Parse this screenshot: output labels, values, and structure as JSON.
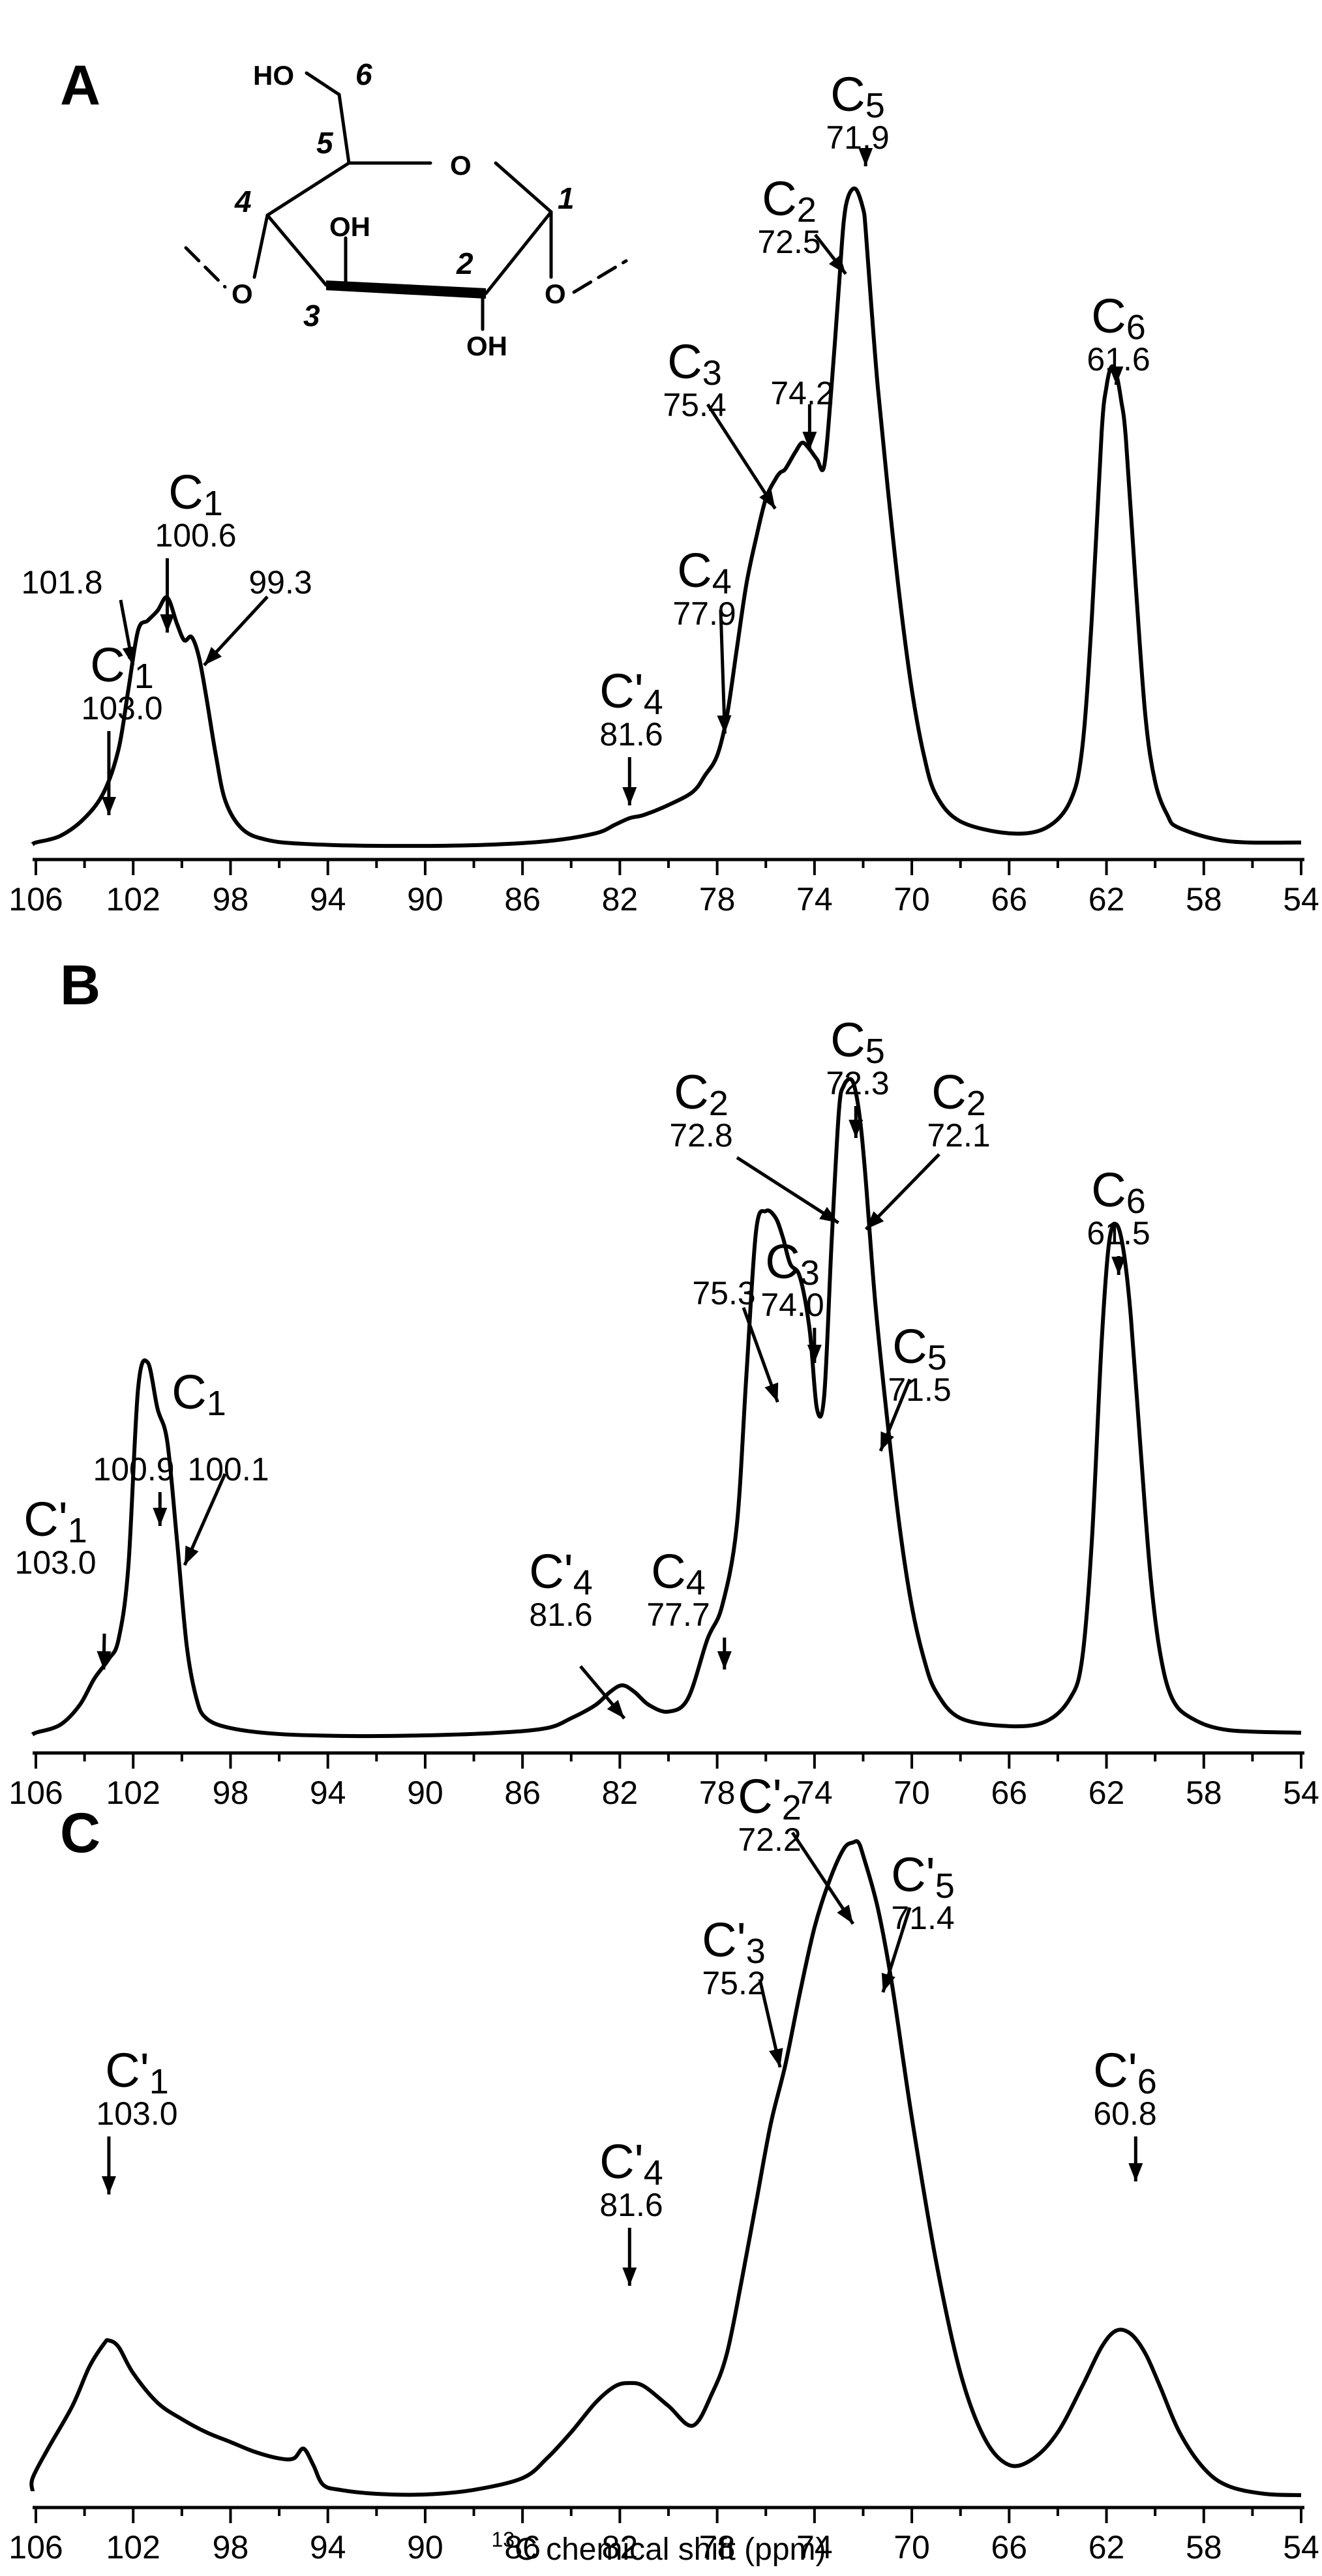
{
  "xlabel_super": "13",
  "xlabel": "C chemical shift (ppm)",
  "structure": {
    "atoms": [
      "HO",
      "O",
      "OH",
      "OH",
      "O",
      "O"
    ],
    "numbers": [
      "6",
      "5",
      "4",
      "3",
      "2",
      "1"
    ]
  },
  "chart_data": [
    {
      "type": "line",
      "panel": "A",
      "xlabel": "",
      "ylabel": "",
      "xlim": [
        106,
        54
      ],
      "xticks": [
        106,
        102,
        98,
        94,
        90,
        86,
        82,
        78,
        74,
        70,
        66,
        62,
        58,
        54
      ],
      "series": [
        {
          "x": [
            107.5,
            106,
            105,
            104,
            103.2,
            102.6,
            102.2,
            101.8,
            101.4,
            101.0,
            100.6,
            100.2,
            99.9,
            99.6,
            99.3,
            99.0,
            98.6,
            98.2,
            97.5,
            96.5,
            95,
            92,
            88,
            85,
            83,
            82.2,
            81.6,
            81.0,
            80.0,
            79.0,
            78.5,
            78.0,
            77.6,
            77.2,
            76.8,
            76.4,
            76.0,
            75.6,
            75.4,
            75.2,
            74.8,
            74.5,
            74.2,
            73.9,
            73.6,
            73.3,
            73.0,
            72.8,
            72.6,
            72.3,
            72.0,
            71.9,
            71.7,
            71.4,
            71.0,
            70.5,
            70.0,
            69.5,
            69.0,
            68.0,
            66.0,
            64.5,
            63.5,
            63.0,
            62.6,
            62.2,
            62.0,
            61.8,
            61.6,
            61.4,
            61.2,
            60.8,
            60.4,
            60.0,
            59.5,
            59.0,
            57.0,
            54.0
          ],
          "y": [
            0.005,
            0.008,
            0.018,
            0.045,
            0.085,
            0.15,
            0.24,
            0.33,
            0.345,
            0.36,
            0.38,
            0.34,
            0.315,
            0.32,
            0.29,
            0.23,
            0.14,
            0.07,
            0.028,
            0.012,
            0.006,
            0.003,
            0.004,
            0.01,
            0.022,
            0.035,
            0.045,
            0.05,
            0.065,
            0.085,
            0.11,
            0.14,
            0.2,
            0.3,
            0.4,
            0.47,
            0.53,
            0.56,
            0.57,
            0.575,
            0.6,
            0.615,
            0.605,
            0.59,
            0.58,
            0.7,
            0.85,
            0.95,
            0.99,
            1.0,
            0.97,
            0.94,
            0.84,
            0.7,
            0.55,
            0.38,
            0.24,
            0.14,
            0.08,
            0.04,
            0.022,
            0.03,
            0.07,
            0.15,
            0.35,
            0.63,
            0.7,
            0.73,
            0.72,
            0.68,
            0.62,
            0.4,
            0.2,
            0.1,
            0.05,
            0.03,
            0.01,
            0.008
          ]
        }
      ],
      "annotations": [
        {
          "name": "C'1",
          "value": "103.0",
          "at": 103.0
        },
        {
          "name": "",
          "value": "101.8",
          "at": 101.8
        },
        {
          "name": "C1",
          "value": "100.6",
          "at": 100.6
        },
        {
          "name": "",
          "value": "99.3",
          "at": 99.3
        },
        {
          "name": "C'4",
          "value": "81.6",
          "at": 81.6
        },
        {
          "name": "C4",
          "value": "77.9",
          "at": 77.9
        },
        {
          "name": "C3",
          "value": "75.4",
          "at": 75.4
        },
        {
          "name": "",
          "value": "74.2",
          "at": 74.2
        },
        {
          "name": "C2",
          "value": "72.5",
          "at": 72.5
        },
        {
          "name": "C5",
          "value": "71.9",
          "at": 71.9
        },
        {
          "name": "C6",
          "value": "61.6",
          "at": 61.6
        }
      ]
    },
    {
      "type": "line",
      "panel": "B",
      "xlabel": "",
      "ylabel": "",
      "xlim": [
        106,
        54
      ],
      "xticks": [
        106,
        102,
        98,
        94,
        90,
        86,
        82,
        78,
        74,
        70,
        66,
        62,
        58,
        54
      ],
      "series": [
        {
          "x": [
            107.5,
            106,
            105,
            104.2,
            103.6,
            103.0,
            102.6,
            102.2,
            101.8,
            101.4,
            101.0,
            100.6,
            100.2,
            99.8,
            99.4,
            99.0,
            98.0,
            96,
            93,
            90,
            87,
            85,
            84,
            83,
            82.4,
            81.9,
            81.4,
            80.8,
            80.0,
            79.2,
            78.4,
            77.8,
            77.2,
            76.8,
            76.4,
            76.0,
            75.6,
            75.3,
            75.0,
            74.6,
            74.2,
            73.9,
            73.6,
            73.3,
            73.0,
            72.8,
            72.5,
            72.3,
            72.1,
            71.9,
            71.5,
            71.0,
            70.5,
            70.0,
            69.5,
            69.0,
            68.0,
            66.0,
            64.5,
            63.5,
            63.0,
            62.6,
            62.2,
            61.9,
            61.6,
            61.3,
            61.0,
            60.6,
            60.2,
            59.8,
            59.3,
            58.5,
            57.0,
            54.0
          ],
          "y": [
            0.005,
            0.008,
            0.02,
            0.05,
            0.09,
            0.12,
            0.15,
            0.26,
            0.53,
            0.57,
            0.5,
            0.45,
            0.3,
            0.14,
            0.06,
            0.03,
            0.015,
            0.006,
            0.003,
            0.004,
            0.008,
            0.015,
            0.03,
            0.05,
            0.07,
            0.08,
            0.07,
            0.05,
            0.04,
            0.06,
            0.15,
            0.2,
            0.32,
            0.55,
            0.77,
            0.8,
            0.79,
            0.76,
            0.72,
            0.7,
            0.62,
            0.5,
            0.52,
            0.75,
            0.95,
            0.99,
            1.0,
            0.98,
            0.93,
            0.85,
            0.66,
            0.48,
            0.32,
            0.2,
            0.12,
            0.07,
            0.03,
            0.018,
            0.025,
            0.06,
            0.12,
            0.3,
            0.6,
            0.75,
            0.78,
            0.74,
            0.64,
            0.44,
            0.25,
            0.13,
            0.06,
            0.03,
            0.012,
            0.008
          ]
        }
      ],
      "annotations": [
        {
          "name": "C'1",
          "value": "103.0",
          "at": 103.0
        },
        {
          "name": "",
          "value": "100.9",
          "at": 100.9
        },
        {
          "name": "C1",
          "value": "",
          "at": 101.0
        },
        {
          "name": "",
          "value": "100.1",
          "at": 100.1
        },
        {
          "name": "C'4",
          "value": "81.6",
          "at": 81.6
        },
        {
          "name": "C4",
          "value": "77.7",
          "at": 77.7
        },
        {
          "name": "",
          "value": "75.3",
          "at": 75.3
        },
        {
          "name": "C3",
          "value": "74.0",
          "at": 74.0
        },
        {
          "name": "C2",
          "value": "72.8",
          "at": 72.8
        },
        {
          "name": "C5",
          "value": "72.3",
          "at": 72.3
        },
        {
          "name": "C2",
          "value": "72.1",
          "at": 72.1
        },
        {
          "name": "C5",
          "value": "71.5",
          "at": 71.5
        },
        {
          "name": "C6",
          "value": "61.5",
          "at": 61.5
        }
      ]
    },
    {
      "type": "line",
      "panel": "C",
      "xlabel": "13C chemical shift (ppm)",
      "ylabel": "",
      "xlim": [
        106,
        54
      ],
      "xticks": [
        106,
        102,
        98,
        94,
        90,
        86,
        82,
        78,
        74,
        70,
        66,
        62,
        58,
        54
      ],
      "series": [
        {
          "x": [
            107.5,
            106.5,
            105.5,
            104.5,
            103.8,
            103.2,
            103.0,
            102.6,
            102.0,
            101.0,
            100.0,
            99.0,
            98.0,
            97.0,
            96.0,
            95.4,
            95.0,
            94.6,
            94.2,
            93.5,
            92.0,
            90.0,
            88.0,
            86.0,
            85.0,
            84.0,
            83.0,
            82.2,
            81.6,
            81.0,
            80.0,
            79.0,
            78.2,
            77.6,
            77.0,
            76.4,
            75.8,
            75.2,
            74.6,
            74.0,
            73.4,
            72.8,
            72.4,
            72.2,
            72.0,
            71.4,
            70.8,
            70.0,
            69.0,
            68.0,
            67.0,
            66.0,
            65.0,
            64.0,
            63.0,
            62.2,
            61.6,
            61.0,
            60.4,
            59.8,
            59.0,
            58.0,
            57.0,
            55.5,
            54.0
          ],
          "y": [
            0.01,
            0.03,
            0.075,
            0.14,
            0.2,
            0.235,
            0.24,
            0.23,
            0.19,
            0.145,
            0.12,
            0.1,
            0.085,
            0.07,
            0.06,
            0.06,
            0.075,
            0.05,
            0.02,
            0.012,
            0.006,
            0.005,
            0.012,
            0.03,
            0.06,
            0.1,
            0.145,
            0.17,
            0.175,
            0.17,
            0.14,
            0.11,
            0.16,
            0.22,
            0.33,
            0.45,
            0.57,
            0.66,
            0.77,
            0.87,
            0.94,
            0.99,
            1.0,
            1.0,
            0.98,
            0.9,
            0.78,
            0.58,
            0.36,
            0.19,
            0.09,
            0.05,
            0.06,
            0.1,
            0.17,
            0.23,
            0.255,
            0.25,
            0.22,
            0.17,
            0.1,
            0.045,
            0.018,
            0.006,
            0.004
          ]
        }
      ],
      "annotations": [
        {
          "name": "C'1",
          "value": "103.0",
          "at": 103.0
        },
        {
          "name": "C'4",
          "value": "81.6",
          "at": 81.6
        },
        {
          "name": "C'3",
          "value": "75.2",
          "at": 75.2
        },
        {
          "name": "C'2",
          "value": "72.2",
          "at": 72.2
        },
        {
          "name": "C'5",
          "value": "71.4",
          "at": 71.4
        },
        {
          "name": "C'6",
          "value": "60.8",
          "at": 60.8
        }
      ]
    }
  ]
}
